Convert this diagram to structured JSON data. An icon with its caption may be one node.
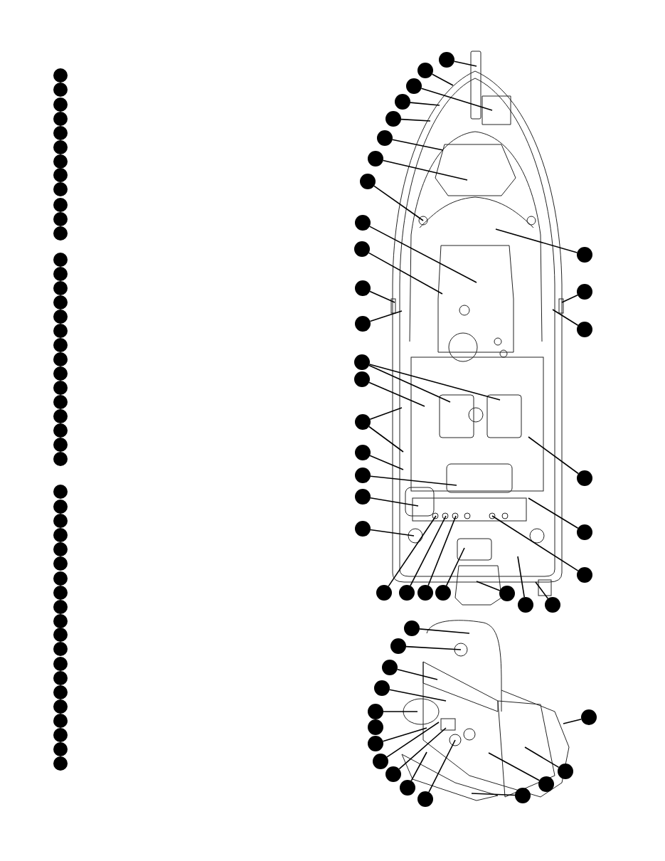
{
  "diagram": {
    "nodes": [
      {
        "text": [],
        "shape": "circle"
      },
      {
        "text": [],
        "shape": "circle"
      },
      {
        "text": [],
        "shape": "circle"
      },
      {
        "text": [],
        "shape": "circle"
      },
      {
        "text": [],
        "shape": "circle"
      },
      {
        "text": [],
        "shape": "circle"
      },
      {
        "text": [],
        "shape": "circle"
      },
      {
        "text": [],
        "shape": "circle"
      },
      {
        "text": [],
        "shape": "circle"
      },
      {
        "text": [],
        "shape": "circle"
      },
      {
        "text": [],
        "shape": "circle"
      },
      {
        "text": [],
        "shape": "circle"
      },
      {
        "text": [],
        "shape": "circle"
      },
      {
        "text": [],
        "shape": "circle"
      },
      {
        "text": [],
        "shape": "circle"
      },
      {
        "text": [],
        "shape": "circle"
      },
      {
        "text": [],
        "shape": "circle"
      },
      {
        "text": [],
        "shape": "circle"
      },
      {
        "text": [],
        "shape": "circle"
      },
      {
        "text": [],
        "shape": "circle"
      },
      {
        "text": [],
        "shape": "circle"
      },
      {
        "text": [],
        "shape": "circle"
      },
      {
        "text": [],
        "shape": "circle"
      },
      {
        "text": [],
        "shape": "circle"
      },
      {
        "text": [],
        "shape": "circle"
      },
      {
        "text": [],
        "shape": "circle"
      },
      {
        "text": [],
        "shape": "circle"
      },
      {
        "text": [],
        "shape": "circle"
      },
      {
        "text": [],
        "shape": "circle"
      },
      {
        "text": [],
        "shape": "circle"
      },
      {
        "text": [],
        "shape": "circle"
      },
      {
        "text": [],
        "shape": "circle"
      },
      {
        "text": [],
        "shape": "circle"
      },
      {
        "text": [],
        "shape": "circle"
      },
      {
        "text": [],
        "shape": "circle"
      },
      {
        "text": [],
        "shape": "circle"
      },
      {
        "text": [],
        "shape": "circle"
      },
      {
        "text": [],
        "shape": "circle"
      },
      {
        "text": [],
        "shape": "circle"
      },
      {
        "text": [],
        "shape": "circle"
      },
      {
        "text": [],
        "shape": "circle"
      },
      {
        "text": [],
        "shape": "circle"
      },
      {
        "text": [],
        "shape": "circle"
      },
      {
        "text": [],
        "shape": "circle"
      },
      {
        "text": [],
        "shape": "circle"
      },
      {
        "text": [],
        "shape": "circle"
      },
      {
        "text": [],
        "shape": "circle"
      },
      {
        "text": [],
        "shape": "circle"
      },
      {
        "text": [],
        "shape": "circle"
      },
      {
        "text": [],
        "shape": "circle"
      },
      {
        "text": [],
        "shape": "circle"
      },
      {
        "text": [],
        "shape": "circle"
      },
      {
        "text": [],
        "shape": "circle"
      },
      {
        "text": [],
        "shape": "circle"
      },
      {
        "text": [],
        "shape": "circle"
      },
      {
        "text": [],
        "shape": "circle"
      },
      {
        "text": [],
        "shape": "circle"
      },
      {
        "text": [],
        "shape": "circle"
      },
      {
        "text": [],
        "shape": "circle"
      },
      {
        "text": [],
        "shape": "circle"
      },
      {
        "text": [],
        "shape": "circle"
      },
      {
        "text": [],
        "shape": "circle"
      },
      {
        "text": [],
        "shape": "circle"
      },
      {
        "text": [],
        "shape": "circle"
      },
      {
        "text": [],
        "shape": "circle"
      },
      {
        "text": [],
        "shape": "circle"
      },
      {
        "text": [],
        "shape": "circle"
      },
      {
        "text": [],
        "shape": "circle"
      },
      {
        "text": [],
        "shape": "circle"
      },
      {
        "text": [],
        "shape": "circle"
      },
      {
        "text": [],
        "shape": "circle"
      },
      {
        "text": [],
        "shape": "circle"
      },
      {
        "text": [],
        "shape": "circle"
      },
      {
        "text": [],
        "shape": "circle"
      },
      {
        "text": [],
        "shape": "circle"
      },
      {
        "text": [],
        "shape": "circle"
      },
      {
        "text": [],
        "shape": "circle"
      },
      {
        "text": [],
        "shape": "circle"
      },
      {
        "text": [],
        "shape": "circle"
      },
      {
        "text": [],
        "shape": "circle"
      },
      {
        "text": [],
        "shape": "circle"
      },
      {
        "text": [],
        "shape": "circle"
      },
      {
        "text": [],
        "shape": "circle"
      },
      {
        "text": [],
        "shape": "circle"
      },
      {
        "text": [],
        "shape": "circle"
      },
      {
        "text": [],
        "shape": "circle"
      },
      {
        "text": [],
        "shape": "circle"
      },
      {
        "text": [],
        "shape": "circle"
      },
      {
        "text": [],
        "shape": "circle"
      },
      {
        "text": [],
        "shape": "circle"
      },
      {
        "text": [],
        "shape": "circle"
      },
      {
        "text": [],
        "shape": "circle"
      },
      {
        "text": [],
        "shape": "circle"
      },
      {
        "text": [],
        "shape": "circle"
      }
    ],
    "edges": [
      {
        "from": 47,
        "to": null,
        "arrow": "none"
      },
      {
        "from": 48,
        "to": null,
        "arrow": "none"
      },
      {
        "from": 49,
        "to": null,
        "arrow": "none"
      },
      {
        "from": 50,
        "to": null,
        "arrow": "none"
      },
      {
        "from": 51,
        "to": null,
        "arrow": "none"
      },
      {
        "from": 52,
        "to": null,
        "arrow": "none"
      },
      {
        "from": 53,
        "to": null,
        "arrow": "none"
      },
      {
        "from": 54,
        "to": null,
        "arrow": "none"
      },
      {
        "from": 55,
        "to": null,
        "arrow": "none"
      },
      {
        "from": 56,
        "to": null,
        "arrow": "none"
      },
      {
        "from": 57,
        "to": null,
        "arrow": "none"
      },
      {
        "from": 58,
        "to": null,
        "arrow": "none"
      },
      {
        "from": 59,
        "to": null,
        "arrow": "none"
      },
      {
        "from": 60,
        "to": null,
        "arrow": "none"
      },
      {
        "from": 61,
        "to": null,
        "arrow": "none"
      },
      {
        "from": 62,
        "to": null,
        "arrow": "none"
      },
      {
        "from": 62,
        "to": null,
        "arrow": "none"
      },
      {
        "from": 63,
        "to": null,
        "arrow": "none"
      },
      {
        "from": 64,
        "to": null,
        "arrow": "none"
      },
      {
        "from": 64,
        "to": null,
        "arrow": "none"
      },
      {
        "from": 65,
        "to": null,
        "arrow": "none"
      },
      {
        "from": 66,
        "to": null,
        "arrow": "none"
      },
      {
        "from": 67,
        "to": null,
        "arrow": "none"
      },
      {
        "from": 68,
        "to": null,
        "arrow": "none"
      },
      {
        "from": 69,
        "to": null,
        "arrow": "none"
      },
      {
        "from": 70,
        "to": null,
        "arrow": "none"
      },
      {
        "from": 71,
        "to": null,
        "arrow": "none"
      },
      {
        "from": 72,
        "to": null,
        "arrow": "none"
      },
      {
        "from": 73,
        "to": null,
        "arrow": "none"
      },
      {
        "from": 74,
        "to": null,
        "arrow": "none"
      },
      {
        "from": 75,
        "to": null,
        "arrow": "none"
      },
      {
        "from": 76,
        "to": null,
        "arrow": "none"
      },
      {
        "from": 77,
        "to": null,
        "arrow": "none"
      },
      {
        "from": 78,
        "to": null,
        "arrow": "none"
      },
      {
        "from": 79,
        "to": null,
        "arrow": "none"
      },
      {
        "from": 80,
        "to": null,
        "arrow": "none"
      },
      {
        "from": 81,
        "to": null,
        "arrow": "none"
      },
      {
        "from": 82,
        "to": null,
        "arrow": "none"
      },
      {
        "from": 83,
        "to": null,
        "arrow": "none"
      },
      {
        "from": 85,
        "to": null,
        "arrow": "none"
      },
      {
        "from": 86,
        "to": null,
        "arrow": "none"
      },
      {
        "from": 87,
        "to": null,
        "arrow": "none"
      },
      {
        "from": 88,
        "to": null,
        "arrow": "none"
      },
      {
        "from": 89,
        "to": null,
        "arrow": "none"
      },
      {
        "from": 90,
        "to": null,
        "arrow": "none"
      },
      {
        "from": 91,
        "to": null,
        "arrow": "none"
      },
      {
        "from": 92,
        "to": null,
        "arrow": "none"
      },
      {
        "from": 93,
        "to": null,
        "arrow": "none"
      }
    ]
  }
}
